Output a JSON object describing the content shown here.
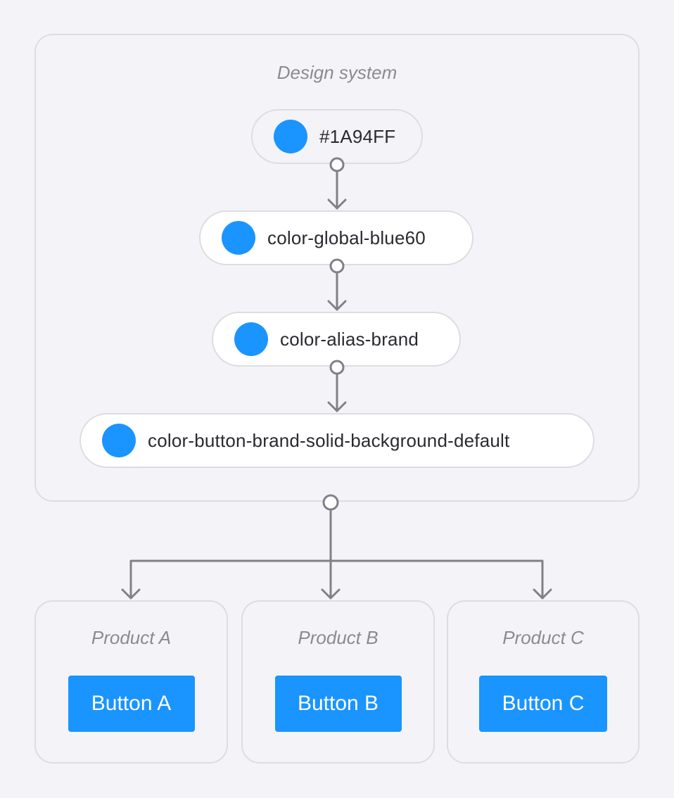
{
  "colors": {
    "brand": "#1A94FF",
    "connector": "#808088",
    "border": "#dcdce2",
    "background": "#f4f4f8"
  },
  "design_system": {
    "title": "Design system",
    "tokens": {
      "root": {
        "label": "#1A94FF",
        "color": "#1A94FF"
      },
      "global": {
        "label": "color-global-blue60",
        "color": "#1A94FF"
      },
      "alias": {
        "label": "color-alias-brand",
        "color": "#1A94FF"
      },
      "component": {
        "label": "color-button-brand-solid-background-default",
        "color": "#1A94FF"
      }
    }
  },
  "products": {
    "a": {
      "title": "Product A",
      "button_label": "Button A"
    },
    "b": {
      "title": "Product B",
      "button_label": "Button B"
    },
    "c": {
      "title": "Product C",
      "button_label": "Button C"
    }
  }
}
